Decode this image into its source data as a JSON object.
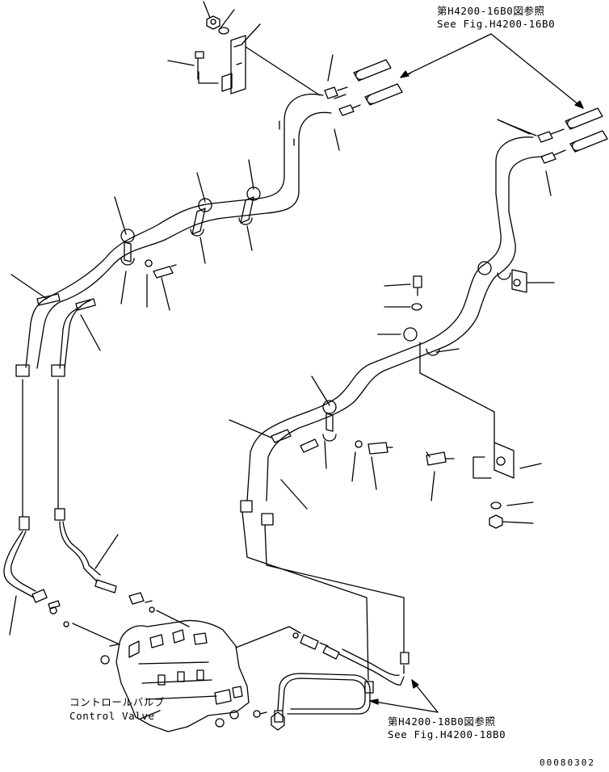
{
  "references": {
    "top_right": {
      "jp": "第H4200-16B0図参照",
      "en": "See Fig.H4200-16B0"
    },
    "bottom_right": {
      "jp": "第H4200-18B0図参照",
      "en": "See Fig.H4200-18B0"
    }
  },
  "control_valve": {
    "jp": "コントロールバルブ",
    "en": "Control Valve"
  },
  "drawing_number": "00080302"
}
